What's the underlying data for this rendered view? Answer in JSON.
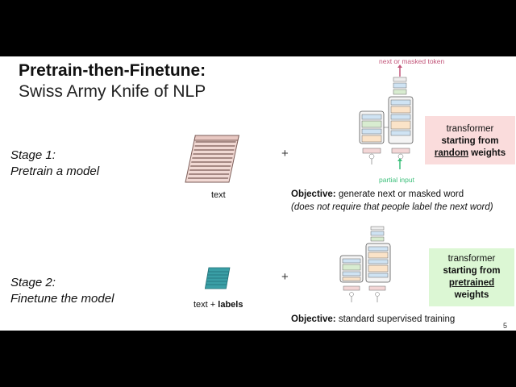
{
  "title": {
    "bold": "Pretrain-then-Finetune:",
    "subtitle": "Swiss Army Knife of NLP"
  },
  "stage1": {
    "line1": "Stage 1:",
    "line2": "Pretrain a model",
    "data_caption": "text",
    "plus": "+",
    "top_label": "next or masked token",
    "bottom_label": "partial input",
    "box": {
      "line1": "transformer",
      "line2": "starting from",
      "line3_underlined": "random",
      "line3_rest": "weights",
      "color": "#fadcdc"
    },
    "objective_label": "Objective:",
    "objective_text": "generate next or masked word",
    "objective_note": "(does not require that people label the next word)"
  },
  "stage2": {
    "line1": "Stage 2:",
    "line2": "Finetune the model",
    "data_caption_plain": "text + ",
    "data_caption_bold": "labels",
    "plus": "+",
    "box": {
      "line1": "transformer",
      "line2": "starting from",
      "line3_underlined": "pretrained",
      "line4": "weights",
      "color": "#dcf7d4"
    },
    "objective_label": "Objective:",
    "objective_text": "standard supervised training"
  },
  "page_number": "5",
  "colors": {
    "top_arrow": "#c2567a",
    "bottom_arrow": "#3bbf7a",
    "paper": "#f1d9d4",
    "paper_lines": "#7a5a55",
    "label_stack": "#3a9fa6"
  }
}
